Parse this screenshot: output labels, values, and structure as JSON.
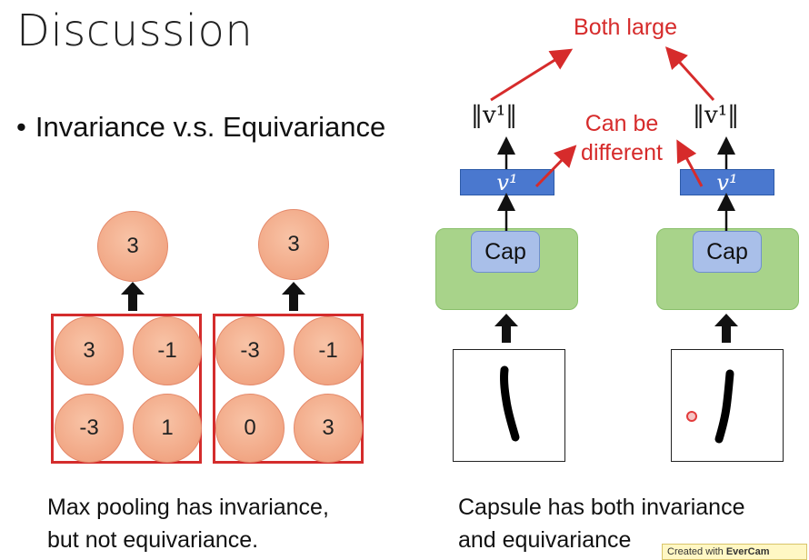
{
  "slide": {
    "title": "Discussion",
    "bullet": "Invariance v.s. Equivariance"
  },
  "maxpool": {
    "outputs": [
      "3",
      "3"
    ],
    "left_grid": [
      "3",
      "-1",
      "-3",
      "1"
    ],
    "right_grid": [
      "-3",
      "-1",
      "0",
      "3"
    ],
    "caption_line1": "Max pooling has invariance,",
    "caption_line2": "but not equivariance."
  },
  "capsule": {
    "top_label": "Both large",
    "middle_label_line1": "Can be",
    "middle_label_line2": "different",
    "norm_left": "‖v¹‖",
    "norm_right": "‖v¹‖",
    "vector_left": "v¹",
    "vector_right": "v¹",
    "cap_left": "Cap",
    "cap_right": "Cap",
    "caption_line1": "Capsule has both invariance",
    "caption_line2": "and equivariance"
  },
  "watermark": {
    "prefix": "Created with",
    "brand": "EverCam"
  },
  "colors": {
    "accent_red": "#d62b2b",
    "vector_blue": "#4a78cf",
    "capsule_green": "#a8d38a",
    "cap_blue": "#a9bfe9",
    "circle_peach": "#f1a684"
  }
}
